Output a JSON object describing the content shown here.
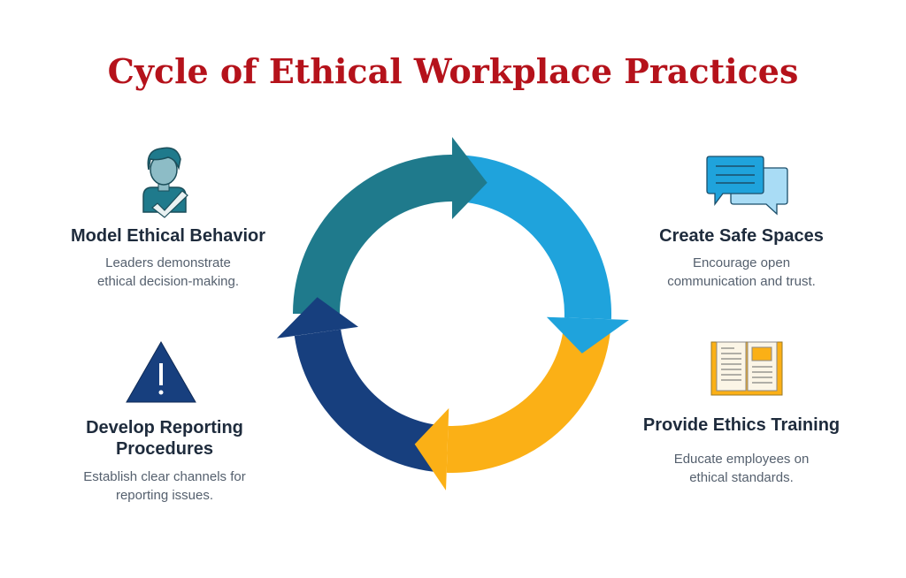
{
  "title": "Cycle of Ethical Workplace Practices",
  "steps": [
    {
      "heading": "Model Ethical Behavior",
      "desc1": "Leaders demonstrate",
      "desc2": "ethical decision-making.",
      "icon": "person-check-icon",
      "color": "#1f7a8c"
    },
    {
      "heading": "Create Safe Spaces",
      "desc1": "Encourage open",
      "desc2": "communication and trust.",
      "icon": "chat-bubbles-icon",
      "color": "#1fa3dc"
    },
    {
      "heading": "Provide Ethics Training",
      "desc1": "Educate employees on",
      "desc2": "ethical standards.",
      "icon": "open-book-icon",
      "color": "#fbb016"
    },
    {
      "heading1": "Develop Reporting",
      "heading2": "Procedures",
      "desc1": "Establish clear channels for",
      "desc2": "reporting issues.",
      "icon": "warning-icon",
      "color": "#173f7e"
    }
  ]
}
